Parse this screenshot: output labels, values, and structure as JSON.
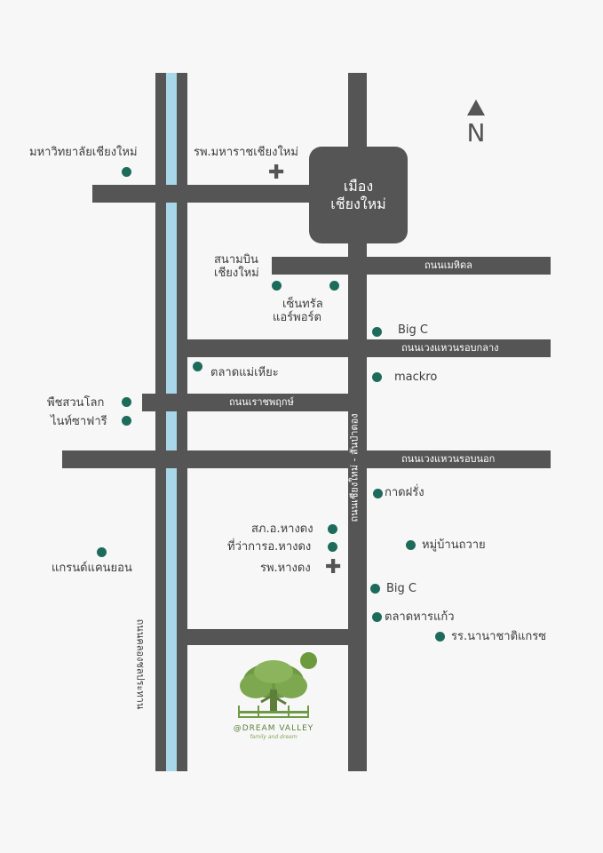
{
  "city_block": {
    "line1": "เมือง",
    "line2": "เชียงใหม่"
  },
  "compass": "N",
  "roads": {
    "mahidol": "ถนนเมหิดล",
    "middle_ring": "ถนนเวงแหวนรอบกลาง",
    "rajapruek": "ถนนเราชพฤกษ์",
    "outer_ring": "ถนนเวงแหวนรอบนอก",
    "canal_road": "ถนนคลองชลประทาน",
    "hangdong_road": "ถนนเชียงใหม่ - สันป่าตอง"
  },
  "places": {
    "cmu": "มหาวิทยาลัยเชียงใหม่",
    "hospital": "รพ.มหาราชเชียงใหม่",
    "airport_l1": "สนามบิน",
    "airport_l2": "เชียงใหม่",
    "central_l1": "เซ็นทรัล",
    "central_l2": "แอร์พอร์ต",
    "bigc1": "Big C",
    "market_maehia": "ตลาดแม่เหียะ",
    "makro": "mackro",
    "botanic": "พืชสวนโลก",
    "safari": "ไนท์ซาฟารี",
    "kad_farang": "กาดฝรั่ง",
    "police": "สภ.อ.หางดง",
    "district_office": "ที่ว่าการอ.หางดง",
    "hangdong_hospital": "รพ.หางดง",
    "ban_tawai": "หมู่บ้านถวาย",
    "grand_canyon": "แกรนด์แคนยอน",
    "bigc2": "Big C",
    "market_harn": "ตลาดหารแก้ว",
    "school": "รร.นานาชาติแกรซ"
  },
  "logo": {
    "name": "@DREAM VALLEY",
    "tagline": "family and dream"
  }
}
